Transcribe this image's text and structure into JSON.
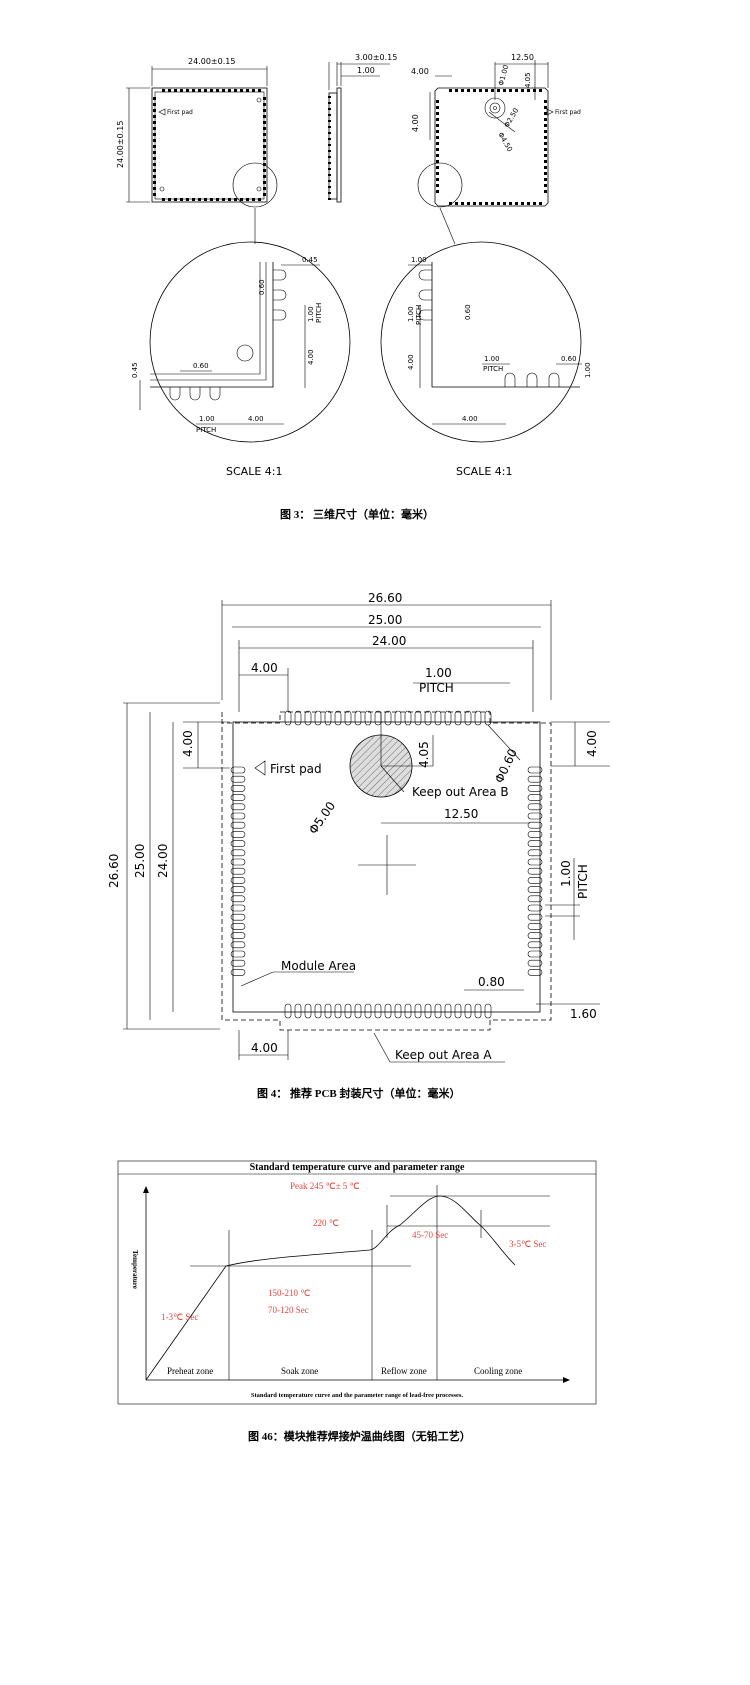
{
  "fig3": {
    "caption": "图 3： 三维尺寸（单位：毫米）",
    "top_width": "24.00±0.15",
    "side_height": "24.00±0.15",
    "thickness": "3.00±0.15",
    "thickness_inner": "1.00",
    "first_pad": "First pad",
    "back_12_50": "12.50",
    "back_4_00a": "4.00",
    "back_4_00b": "4.00",
    "back_4_05": "4.05",
    "back_d1": "Φ1.00",
    "back_d2": "Φ2.50",
    "back_d3": "Φ4.50",
    "back_first_pad": "First pad",
    "det_l_045a": "0.45",
    "det_l_060a": "0.60",
    "det_l_100": "1.00",
    "det_l_pitch": "PITCH",
    "det_l_400a": "4.00",
    "det_l_045b": "0.45",
    "det_l_060b": "0.60",
    "det_l_100b": "1.00",
    "det_l_pitchb": "PITCH",
    "det_l_400b": "4.00",
    "det_r_100a": "1.00",
    "det_r_100b": "1.00",
    "det_r_pitch": "PITCH",
    "det_r_060a": "0.60",
    "det_r_400a": "4.00",
    "det_r_100c": "1.00",
    "det_r_pitchb": "PITCH",
    "det_r_060b": "0.60",
    "det_r_100d": "1.00",
    "det_r_400b": "4.00",
    "scale_l": "SCALE 4:1",
    "scale_r": "SCALE 4:1"
  },
  "fig4": {
    "caption": "图 4： 推荐 PCB 封装尺寸（单位：毫米）",
    "w1": "26.60",
    "w2": "25.00",
    "w3": "24.00",
    "h1": "26.60",
    "h2": "25.00",
    "h3": "24.00",
    "top_4_00": "4.00",
    "pitch_val": "1.00",
    "pitch_lbl": "PITCH",
    "left_4_00": "4.00",
    "d_4_05": "4.05",
    "d_phi060": "Φ0.60",
    "right_4_00": "4.00",
    "first_pad": "First pad",
    "keep_b": "Keep out Area B",
    "phi500": "Φ5.00",
    "d_12_50": "12.50",
    "r_pitch_val": "1.00",
    "r_pitch_lbl": "PITCH",
    "module_area": "Module Area",
    "d_080": "0.80",
    "d_160": "1.60",
    "bottom_4_00": "4.00",
    "keep_a": "Keep out Area A"
  },
  "fig46": {
    "caption": "图 46：模块推荐焊接炉温曲线图（无铅工艺）",
    "title": "Standard temperature curve and parameter range",
    "ylabel": "Temperature",
    "peak": "Peak 245 ℃± 5 ℃",
    "t220": "220 ℃",
    "t4570": "45-70 Sec",
    "t35": "3-5℃ Sec",
    "t150": "150-210 ℃",
    "t70120": "70-120 Sec",
    "t13": "1-3℃ Sec",
    "zone1": "Preheat zone",
    "zone2": "Soak zone",
    "zone3": "Reflow zone",
    "zone4": "Cooling zone",
    "footer": "Standard temperature curve and the parameter range of lead-free processes."
  }
}
